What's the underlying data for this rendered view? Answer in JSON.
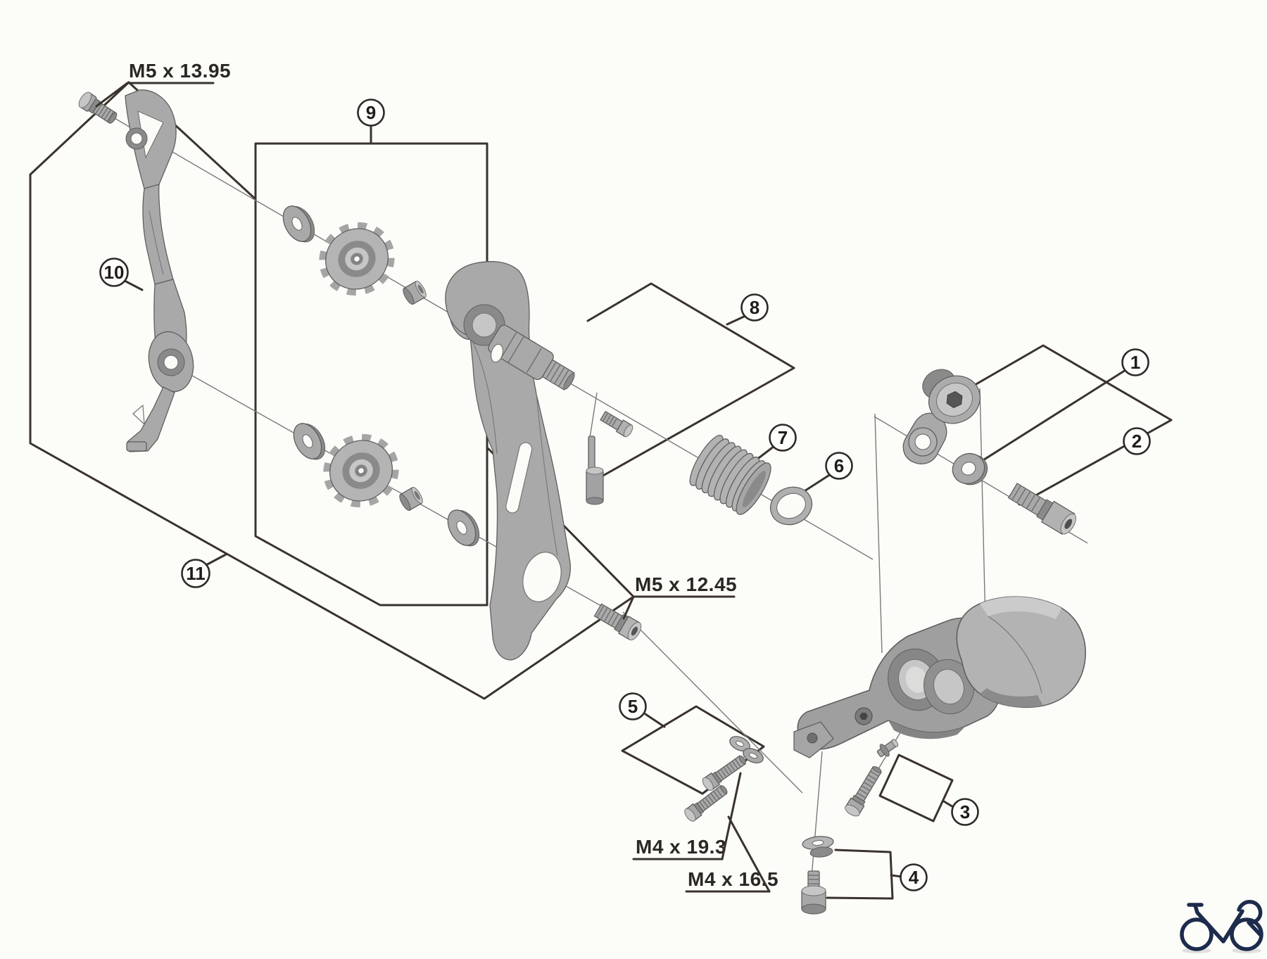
{
  "diagram": {
    "type": "exploded-parts-diagram",
    "subject": "rear-derailleur",
    "background": "#fcfcf9",
    "callouts": [
      {
        "label": "1"
      },
      {
        "label": "2"
      },
      {
        "label": "3"
      },
      {
        "label": "4"
      },
      {
        "label": "5"
      },
      {
        "label": "6"
      },
      {
        "label": "7"
      },
      {
        "label": "8"
      },
      {
        "label": "9"
      },
      {
        "label": "10"
      },
      {
        "label": "11"
      }
    ],
    "dimension_labels": [
      {
        "text": "M5 x 13.95"
      },
      {
        "text": "M5 x 12.45"
      },
      {
        "text": "M4 x 19.3"
      },
      {
        "text": "M4 x 16.5"
      }
    ],
    "colors": {
      "outline_line": "#3a332d",
      "axis_line": "#7a7a7a",
      "part_fill": "#a9a9a9",
      "part_shade": "#8a8a8a",
      "part_light": "#c6c6c6",
      "logo": "#1d2b4c"
    },
    "watermark": {
      "icon": "bicycle-logo"
    }
  }
}
